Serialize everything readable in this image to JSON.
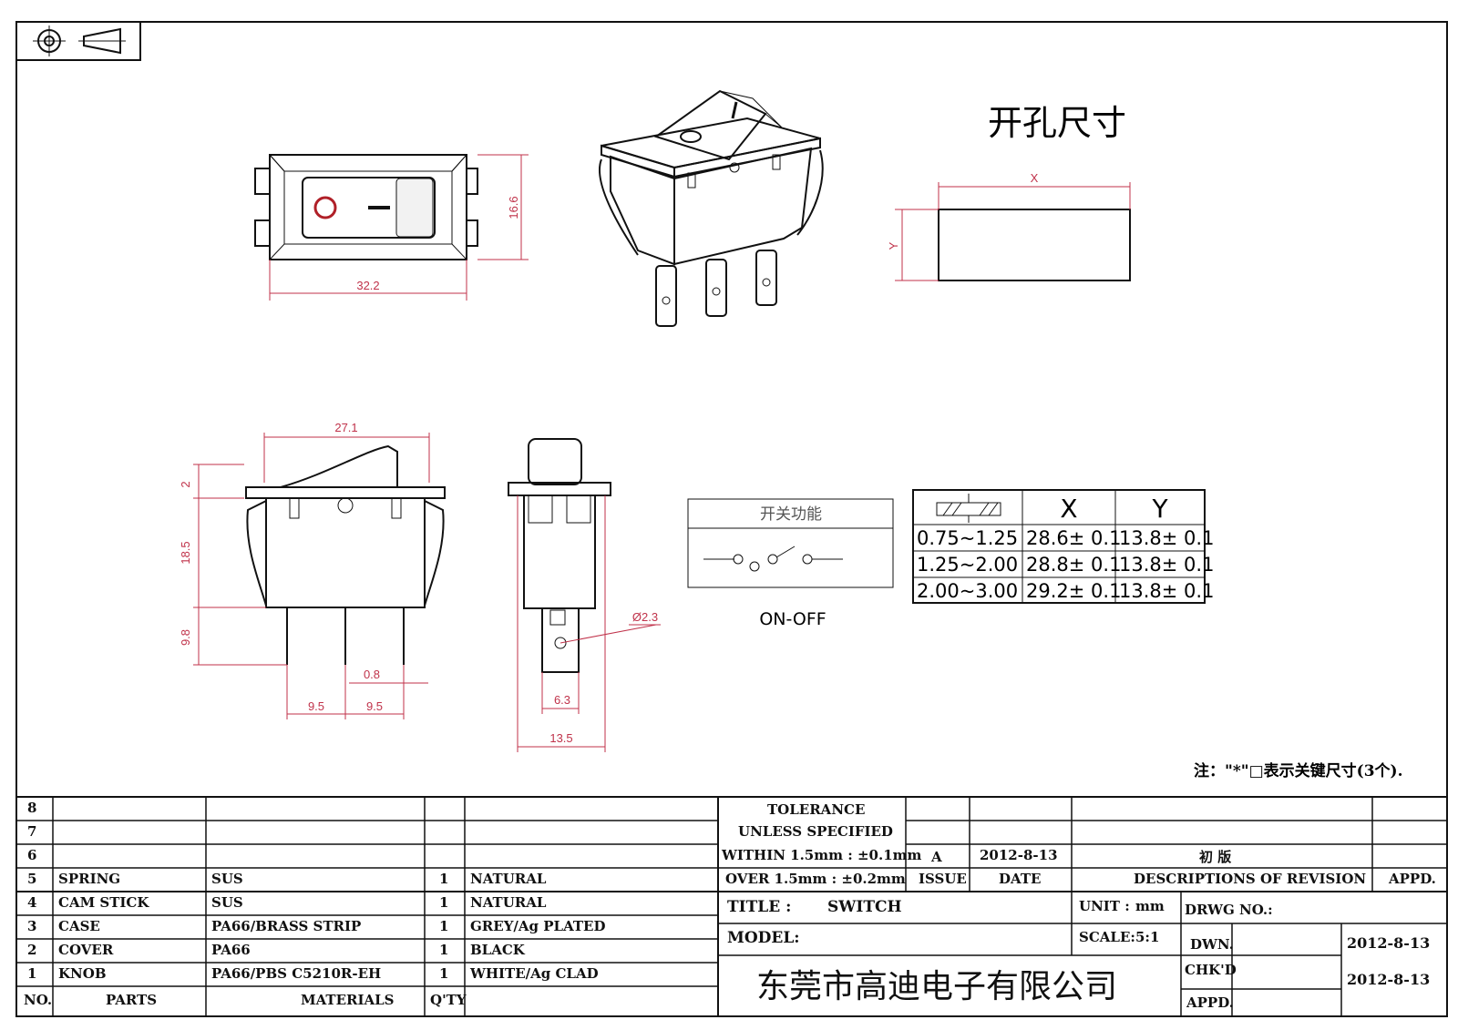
{
  "symbols": {
    "projection": "third-angle-projection-icon"
  },
  "top_view": {
    "dim_width": "32.2",
    "dim_height": "16.6",
    "mark_off": "O",
    "mark_on": "—"
  },
  "cutout": {
    "title": "开孔尺寸",
    "x_label": "X",
    "y_label": "Y"
  },
  "side_view": {
    "dim_top": "27.1",
    "dim_a": "2",
    "dim_b": "18.5",
    "dim_c": "9.8",
    "dim_pin": "0.8",
    "dim_pitch1": "9.5",
    "dim_pitch2": "9.5"
  },
  "end_view": {
    "dim_hole": "Ø2.3",
    "dim_tab": "6.3",
    "dim_width": "13.5"
  },
  "function": {
    "title": "开关功能",
    "mode": "ON-OFF"
  },
  "panel_table": {
    "headers": [
      "X",
      "Y"
    ],
    "rows": [
      {
        "thickness": "0.75~1.25",
        "x": "28.6± 0.1",
        "y": "13.8± 0.1"
      },
      {
        "thickness": "1.25~2.00",
        "x": "28.8± 0.1",
        "y": "13.8± 0.1"
      },
      {
        "thickness": "2.00~3.00",
        "x": "29.2± 0.1",
        "y": "13.8± 0.1"
      }
    ]
  },
  "note": "注：\"*\"□表示关键尺寸(3个).",
  "bom": {
    "rows": [
      {
        "no": "8",
        "part": "",
        "material": "",
        "qty": "",
        "finish": ""
      },
      {
        "no": "7",
        "part": "",
        "material": "",
        "qty": "",
        "finish": ""
      },
      {
        "no": "6",
        "part": "",
        "material": "",
        "qty": "",
        "finish": ""
      },
      {
        "no": "5",
        "part": "SPRING",
        "material": "SUS",
        "qty": "1",
        "finish": "NATURAL"
      },
      {
        "no": "4",
        "part": "CAM STICK",
        "material": "SUS",
        "qty": "1",
        "finish": "NATURAL"
      },
      {
        "no": "3",
        "part": "CASE",
        "material": "PA66/BRASS STRIP",
        "qty": "1",
        "finish": "GREY/Ag PLATED"
      },
      {
        "no": "2",
        "part": "COVER",
        "material": "PA66",
        "qty": "1",
        "finish": "BLACK"
      },
      {
        "no": "1",
        "part": "KNOB",
        "material": "PA66/PBS C5210R-EH",
        "qty": "1",
        "finish": "WHITE/Ag CLAD"
      }
    ],
    "footer": {
      "no": "NO.",
      "part": "PARTS",
      "material": "MATERIALS",
      "qty": "Q'TY"
    }
  },
  "tolerance": {
    "line1": "TOLERANCE",
    "line2": "UNLESS  SPECIFIED",
    "line3": "WITHIN 1.5mm : ±0.1mm",
    "line4": "OVER 1.5mm : ±0.2mm"
  },
  "revision": {
    "issue_value": "A",
    "date_value": "2012-8-13",
    "desc_value": "初 版",
    "issue_label": "ISSUE",
    "date_label": "DATE",
    "desc_label": "DESCRIPTIONS OF REVISION",
    "appd_label": "APPD."
  },
  "title_block": {
    "title_label": "TITLE :",
    "title_value": "SWITCH",
    "unit_label": "UNIT :",
    "unit_value": "mm",
    "drwg_label": "DRWG NO.:",
    "model_label": "MODEL:",
    "scale_label": "SCALE:",
    "scale_value": "5:1",
    "dwn_label": "DWN.",
    "dwn_value": "2012-8-13",
    "chkd_label": "CHK'D",
    "chkd_value": "2012-8-13",
    "appd_label": "APPD.",
    "company": "东莞市高迪电子有限公司"
  }
}
